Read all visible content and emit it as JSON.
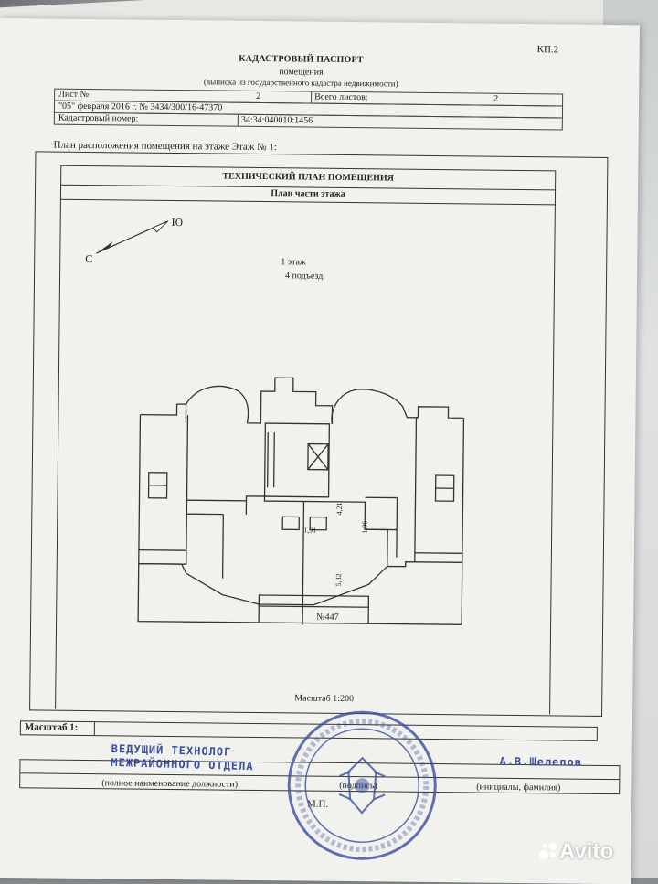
{
  "header": {
    "sheet_code": "КП.2",
    "title": "КАДАСТРОВЫЙ ПАСПОРТ",
    "subtitle": "помещения",
    "subtitle_note": "(выписка из государственного кадастра недвижимости)"
  },
  "info": {
    "sheet_no_label": "Лист №",
    "sheet_no_value": "2",
    "total_sheets_label": "Всего листов:",
    "total_sheets_value": "2",
    "date_line": "\"05\" февраля 2016 г. № 3434/300/16-47370",
    "cadastral_label": "Кадастровый номер:",
    "cadastral_value": "34:34:040010:1456"
  },
  "plan": {
    "location_label": "План расположения помещения на этаже Этаж № 1:",
    "header_title": "ТЕХНИЧЕСКИЙ ПЛАН ПОМЕЩЕНИЯ",
    "header_subtitle": "План части этажа",
    "floor_text": "1 этаж",
    "entrance_text": "4 подъезд",
    "compass_south": "С",
    "compass_north": "Ю",
    "dims": [
      "4,21",
      "1,91",
      "1,96",
      "5,82"
    ],
    "room_number": "№447",
    "scale_text": "Масштаб 1:200"
  },
  "footer": {
    "scale_label": "Масштаб 1:",
    "position_stamp_line1": "ВЕДУЩИЙ ТЕХНОЛОГ",
    "position_stamp_line2": "МЕЖРАЙОННОГО ОТДЕЛА",
    "initials_stamp": "А.В.Шелепов",
    "caption_position": "(полное наименование должности)",
    "caption_signature": "(подпись)",
    "caption_initials": "(инициалы, фамилия)",
    "mp": "М.П."
  },
  "watermark": {
    "brand": "Avito"
  },
  "colors": {
    "stamp_blue": "#3a4fa0",
    "paper": "#f1f1ee"
  }
}
